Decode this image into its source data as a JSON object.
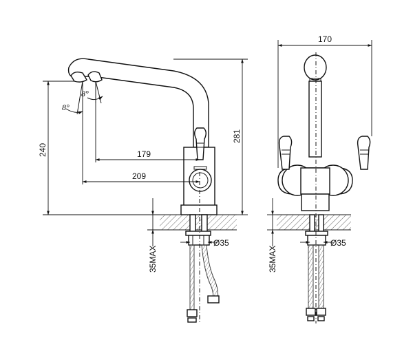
{
  "side_view": {
    "dim_height_total": "281",
    "dim_height_spout": "240",
    "dim_reach_short": "179",
    "dim_reach_long": "209",
    "angle_upper": "8°",
    "angle_lower": "8°",
    "dim_pipe_diameter": "Ø35",
    "dim_counter_max": "35MAX"
  },
  "front_view": {
    "dim_width": "170",
    "dim_pipe_diameter": "Ø35",
    "dim_counter_max": "35MAX"
  }
}
